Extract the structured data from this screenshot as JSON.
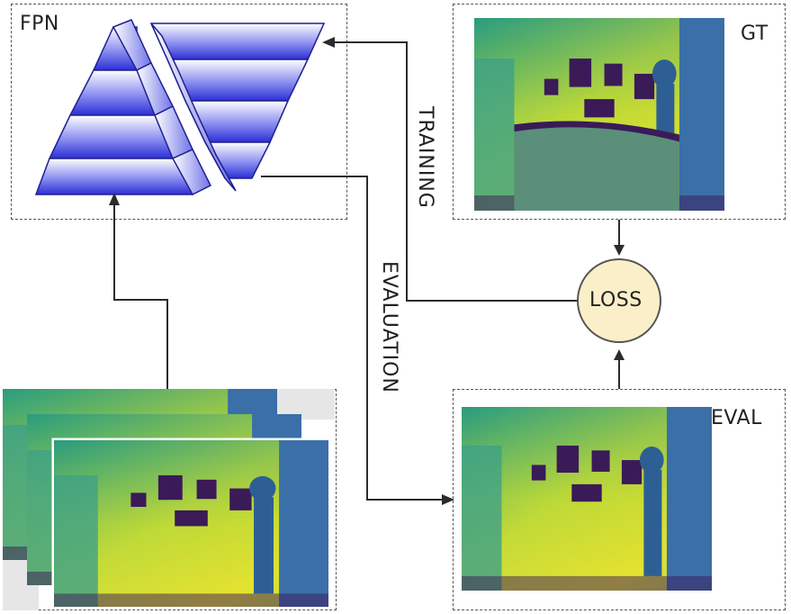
{
  "labels": {
    "fpn": "FPN",
    "gt": "GT",
    "eval": "EVAL",
    "loss": "LOSS",
    "training": "TRAINING",
    "evaluation": "EVALUATION"
  },
  "icons": {
    "pyramid": "fpn-pyramid-icon",
    "depth_map": "depth-map-image"
  },
  "colors": {
    "pyramid_blue": "#2b2fd6",
    "loss_fill": "#fbefc9",
    "depth_dark": "#3b1a58",
    "depth_yellow": "#e8e22a",
    "depth_green": "#2ea37a"
  }
}
